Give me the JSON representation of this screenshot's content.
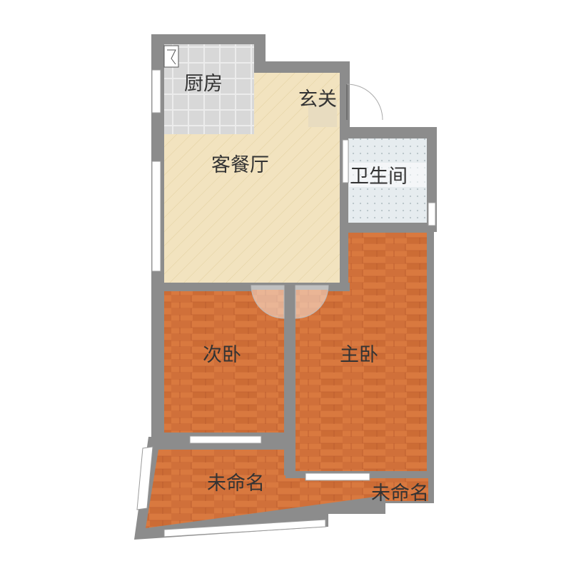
{
  "rooms": {
    "kitchen": "厨房",
    "entrance": "玄关",
    "living_dining": "客餐厅",
    "bathroom": "卫生间",
    "second_bedroom": "次卧",
    "master_bedroom": "主卧",
    "unnamed_balcony": "未命名",
    "unnamed_corner": "未命名"
  },
  "colors": {
    "wall": "#8c8c8c",
    "floor_wood": "#d9793f",
    "floor_wood_dark": "#c96a32",
    "living_floor": "#f2e3bf",
    "kitchen_tile": "#d9d9d9",
    "bath_tile": "#e6ecef",
    "window": "#ffffff"
  }
}
